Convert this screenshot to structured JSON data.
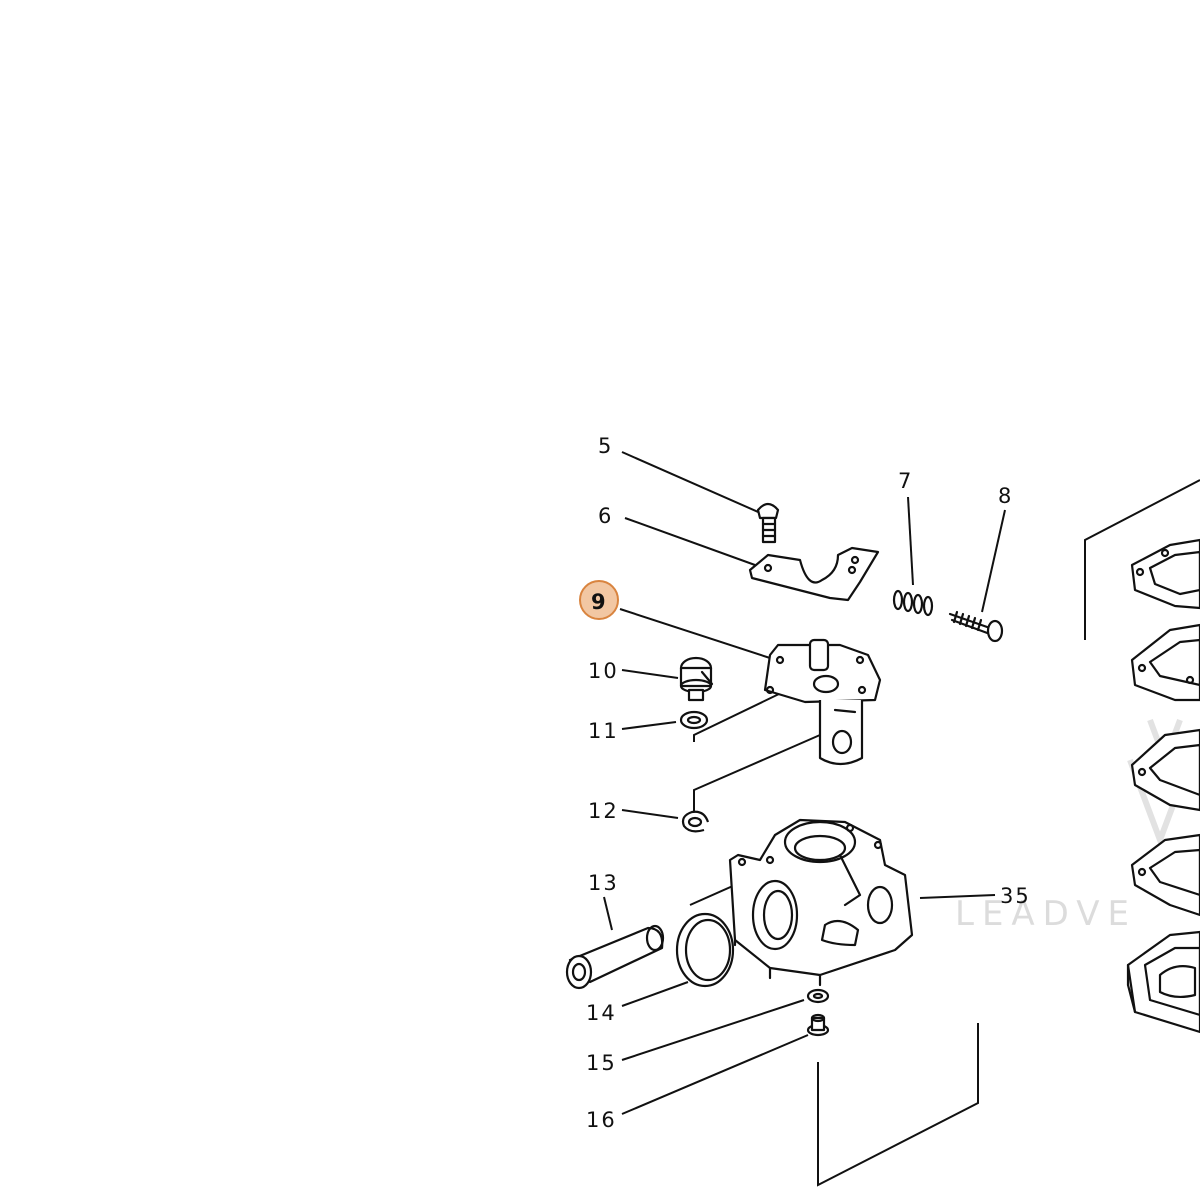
{
  "diagram": {
    "callouts": [
      {
        "id": "5",
        "text": "5"
      },
      {
        "id": "6",
        "text": "6"
      },
      {
        "id": "7",
        "text": "7"
      },
      {
        "id": "8",
        "text": "8"
      },
      {
        "id": "9",
        "text": "9",
        "highlighted": true
      },
      {
        "id": "10",
        "text": "10"
      },
      {
        "id": "11",
        "text": "11"
      },
      {
        "id": "12",
        "text": "12"
      },
      {
        "id": "13",
        "text": "13"
      },
      {
        "id": "14",
        "text": "14"
      },
      {
        "id": "15",
        "text": "15"
      },
      {
        "id": "16",
        "text": "16"
      },
      {
        "id": "35",
        "text": "35"
      }
    ],
    "highlight_color": "#f2c7a3",
    "highlight_stroke": "#d9843f",
    "watermark": "LEADVE"
  }
}
